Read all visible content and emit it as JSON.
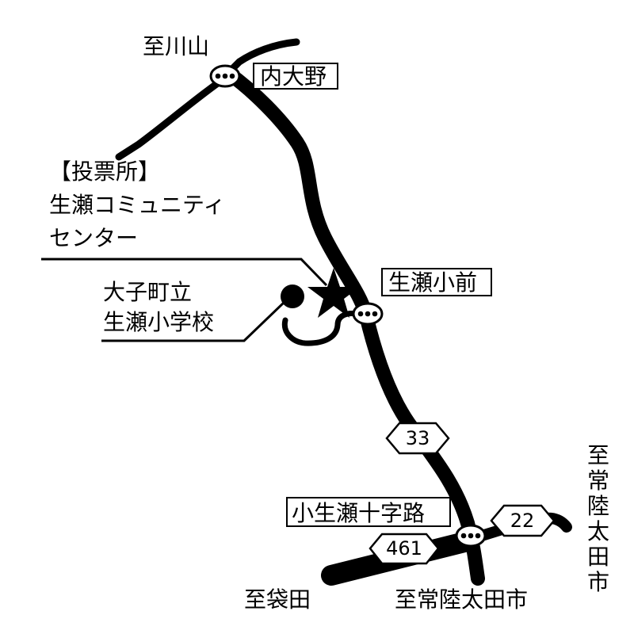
{
  "destinations": {
    "kawayama": "至川山",
    "fukuroda": "至袋田",
    "hitachiota_bottom": "至常陸太田市",
    "hitachiota_right": "至常陸太田市"
  },
  "stops": {
    "uchiono": "内大野",
    "osezemae": "生瀬小前",
    "kojujiro": "小生瀬十字路"
  },
  "routes": {
    "r33": "33",
    "r22": "22",
    "r461": "461"
  },
  "polling_place": {
    "heading": "【投票所】",
    "name_line1": "生瀬コミュニティ",
    "name_line2": "センター"
  },
  "school": {
    "line1": "大子町立",
    "line2": "生瀬小学校"
  }
}
